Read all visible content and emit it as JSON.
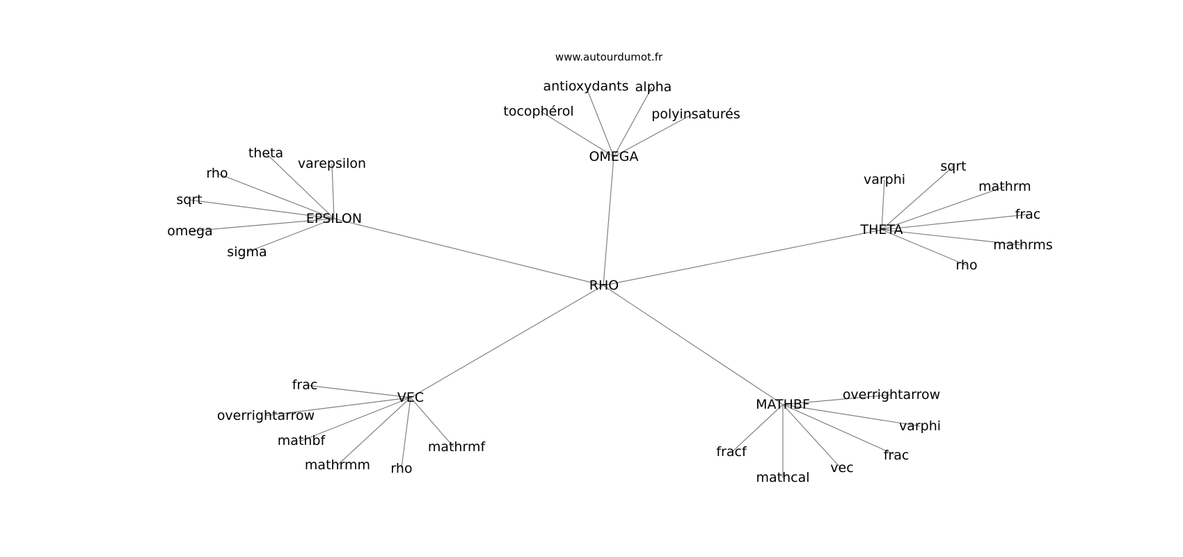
{
  "source": "www.autourdumot.fr",
  "hub": "RHO",
  "groups": [
    {
      "name": "OMEGA",
      "leaves": [
        "tocophérol",
        "antioxydants",
        "alpha",
        "polyinsaturés"
      ]
    },
    {
      "name": "EPSILON",
      "leaves": [
        "theta",
        "varepsilon",
        "rho",
        "sqrt",
        "omega",
        "sigma"
      ]
    },
    {
      "name": "THETA",
      "leaves": [
        "varphi",
        "sqrt",
        "mathrm",
        "frac",
        "mathrms",
        "rho"
      ]
    },
    {
      "name": "VEC",
      "leaves": [
        "frac",
        "overrightarrow",
        "mathbf",
        "mathrmm",
        "rho",
        "mathrmf"
      ]
    },
    {
      "name": "MATHBF",
      "leaves": [
        "overrightarrow",
        "varphi",
        "frac",
        "vec",
        "mathcal",
        "fracf"
      ]
    }
  ]
}
